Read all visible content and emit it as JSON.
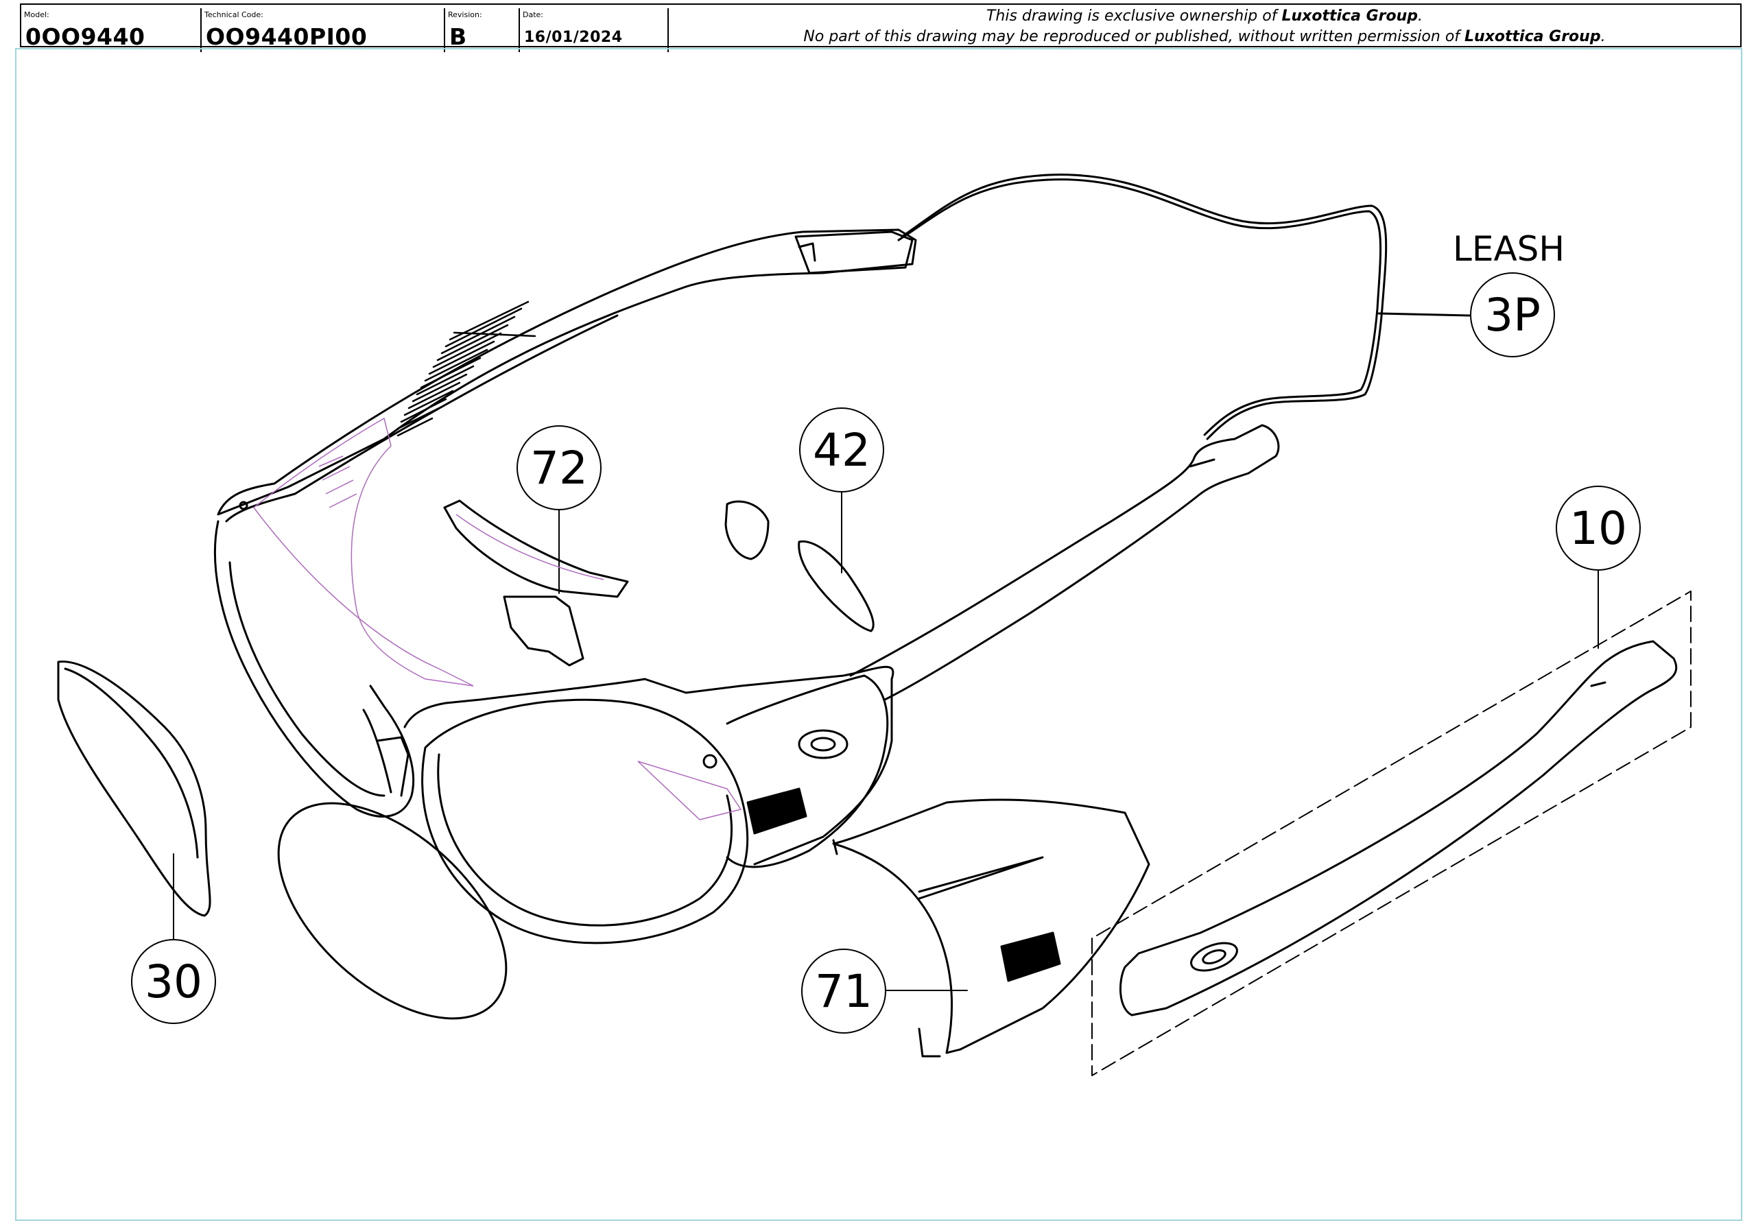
{
  "title_block": {
    "model_label": "Model:",
    "model_value": "0OO9440",
    "technical_code_label": "Technical Code:",
    "technical_code_value": "OO9440PI00",
    "revision_label": "Revision:",
    "revision_value": "B",
    "date_label": "Date:",
    "date_value": "16/01/2024",
    "notice_line1_pre": "This drawing is exclusive ownership of ",
    "notice_line1_brand": "Luxottica Group",
    "notice_line1_post": ".",
    "notice_line2_pre": "No part of this drawing may be reproduced or published, without written permission of ",
    "notice_line2_brand": "Luxottica Group",
    "notice_line2_post": "."
  },
  "callouts": {
    "leash_label": "LEASH",
    "leash": "3P",
    "top_part": "72",
    "nose_pad": "42",
    "temple": "10",
    "lens": "30",
    "side_shield": "71"
  },
  "colors": {
    "line": "#000000",
    "frame_border": "#9fd6dc",
    "highlight": "#b06ac0"
  }
}
